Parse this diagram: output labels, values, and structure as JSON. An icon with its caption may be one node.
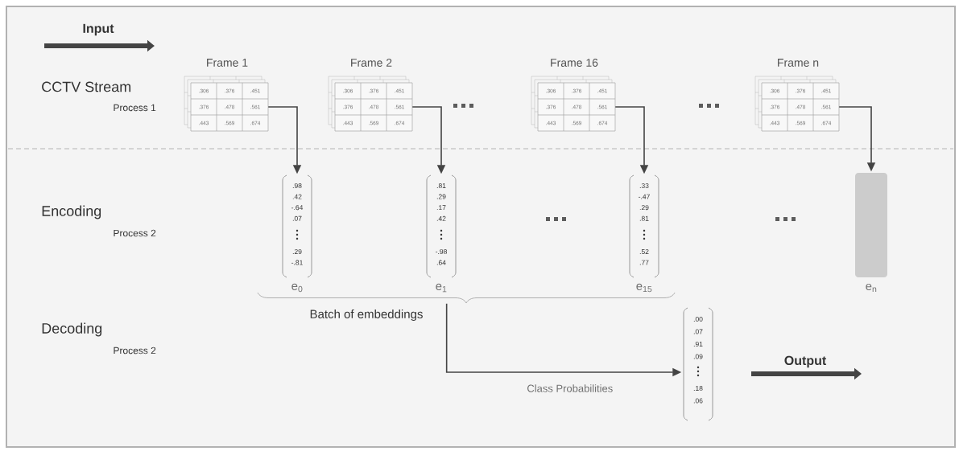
{
  "diagram": {
    "nodes": [
      {
        "text": [
          "Frame 1",
          ".306",
          ".376",
          ".451",
          ".376",
          ".478",
          ".561",
          ".443",
          ".569",
          ".674"
        ]
      },
      {
        "text": [
          "Frame 2",
          ".306",
          ".376",
          ".451",
          ".376",
          ".478",
          ".561",
          ".443",
          ".569",
          ".674"
        ]
      },
      {
        "text": [
          "Frame 16",
          ".306",
          ".376",
          ".451",
          ".376",
          ".478",
          ".561",
          ".443",
          ".569",
          ".674"
        ]
      },
      {
        "text": [
          "Frame n",
          ".306",
          ".376",
          ".451",
          ".376",
          ".478",
          ".561",
          ".443",
          ".569",
          ".674"
        ]
      },
      {
        "text": [
          ".98",
          ".42",
          "-.64",
          ".07",
          ".29",
          "-.81"
        ],
        "beside": [
          "e$_{0}$"
        ]
      },
      {
        "text": [
          ".81",
          ".29",
          ".17",
          ".42",
          "-.98",
          ".64"
        ],
        "beside": [
          "e$_{1}$"
        ]
      },
      {
        "text": [
          ".33",
          "-.47",
          ".29",
          ".81",
          ".52",
          ".77"
        ],
        "beside": [
          "e$_{15}$"
        ]
      },
      {
        "text": [],
        "shape": "bar",
        "beside": [
          "e$_{n}$"
        ]
      },
      {
        "text": [
          "Batch of embeddings"
        ]
      },
      {
        "text": [
          ".00",
          ".07",
          ".91",
          ".09",
          ".18",
          ".06"
        ]
      }
    ],
    "edges": [
      {
        "from": 0,
        "to": 4,
        "arrow": "to"
      },
      {
        "from": 1,
        "to": 5,
        "arrow": "to"
      },
      {
        "from": 2,
        "to": 6,
        "arrow": "to"
      },
      {
        "from": 3,
        "to": 7,
        "arrow": "to"
      },
      {
        "from": 8,
        "to": 9,
        "arrow": "to",
        "label": "Class Probabilities"
      }
    ],
    "labels": [
      "Input",
      "CCTV Stream",
      "Process 1",
      "Encoding",
      "Process 2",
      "Decoding",
      "Process 2",
      "Output"
    ]
  }
}
